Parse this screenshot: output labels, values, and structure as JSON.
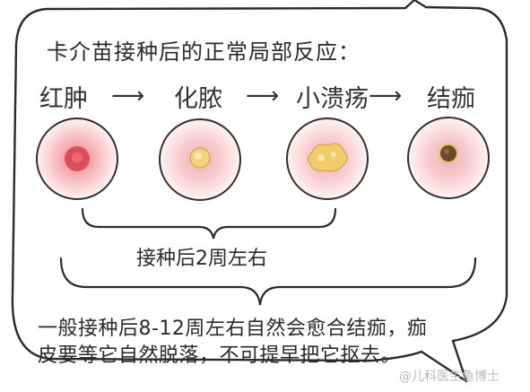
{
  "title": "卡介苗接种后的正常局部反应：",
  "stages": [
    "红肿",
    "化脓",
    "小溃疡",
    "结痂"
  ],
  "arrow_glyph": "⟶",
  "brace_label": "接种后2周左右",
  "bottom_lines": [
    "一般接种后8-12周左右自然会愈合结痂，痂",
    "皮要等它自然脱落，不可提早把它抠去。"
  ],
  "watermark": "@儿科医生鱼博士",
  "colors": {
    "skin_outer": "#fdeceb",
    "skin_inner": "#f6b3b7",
    "red_core": "#d9464e",
    "pus": "#f2d27a",
    "scab": "#6c4a2b",
    "outline": "#3a3a3a"
  }
}
